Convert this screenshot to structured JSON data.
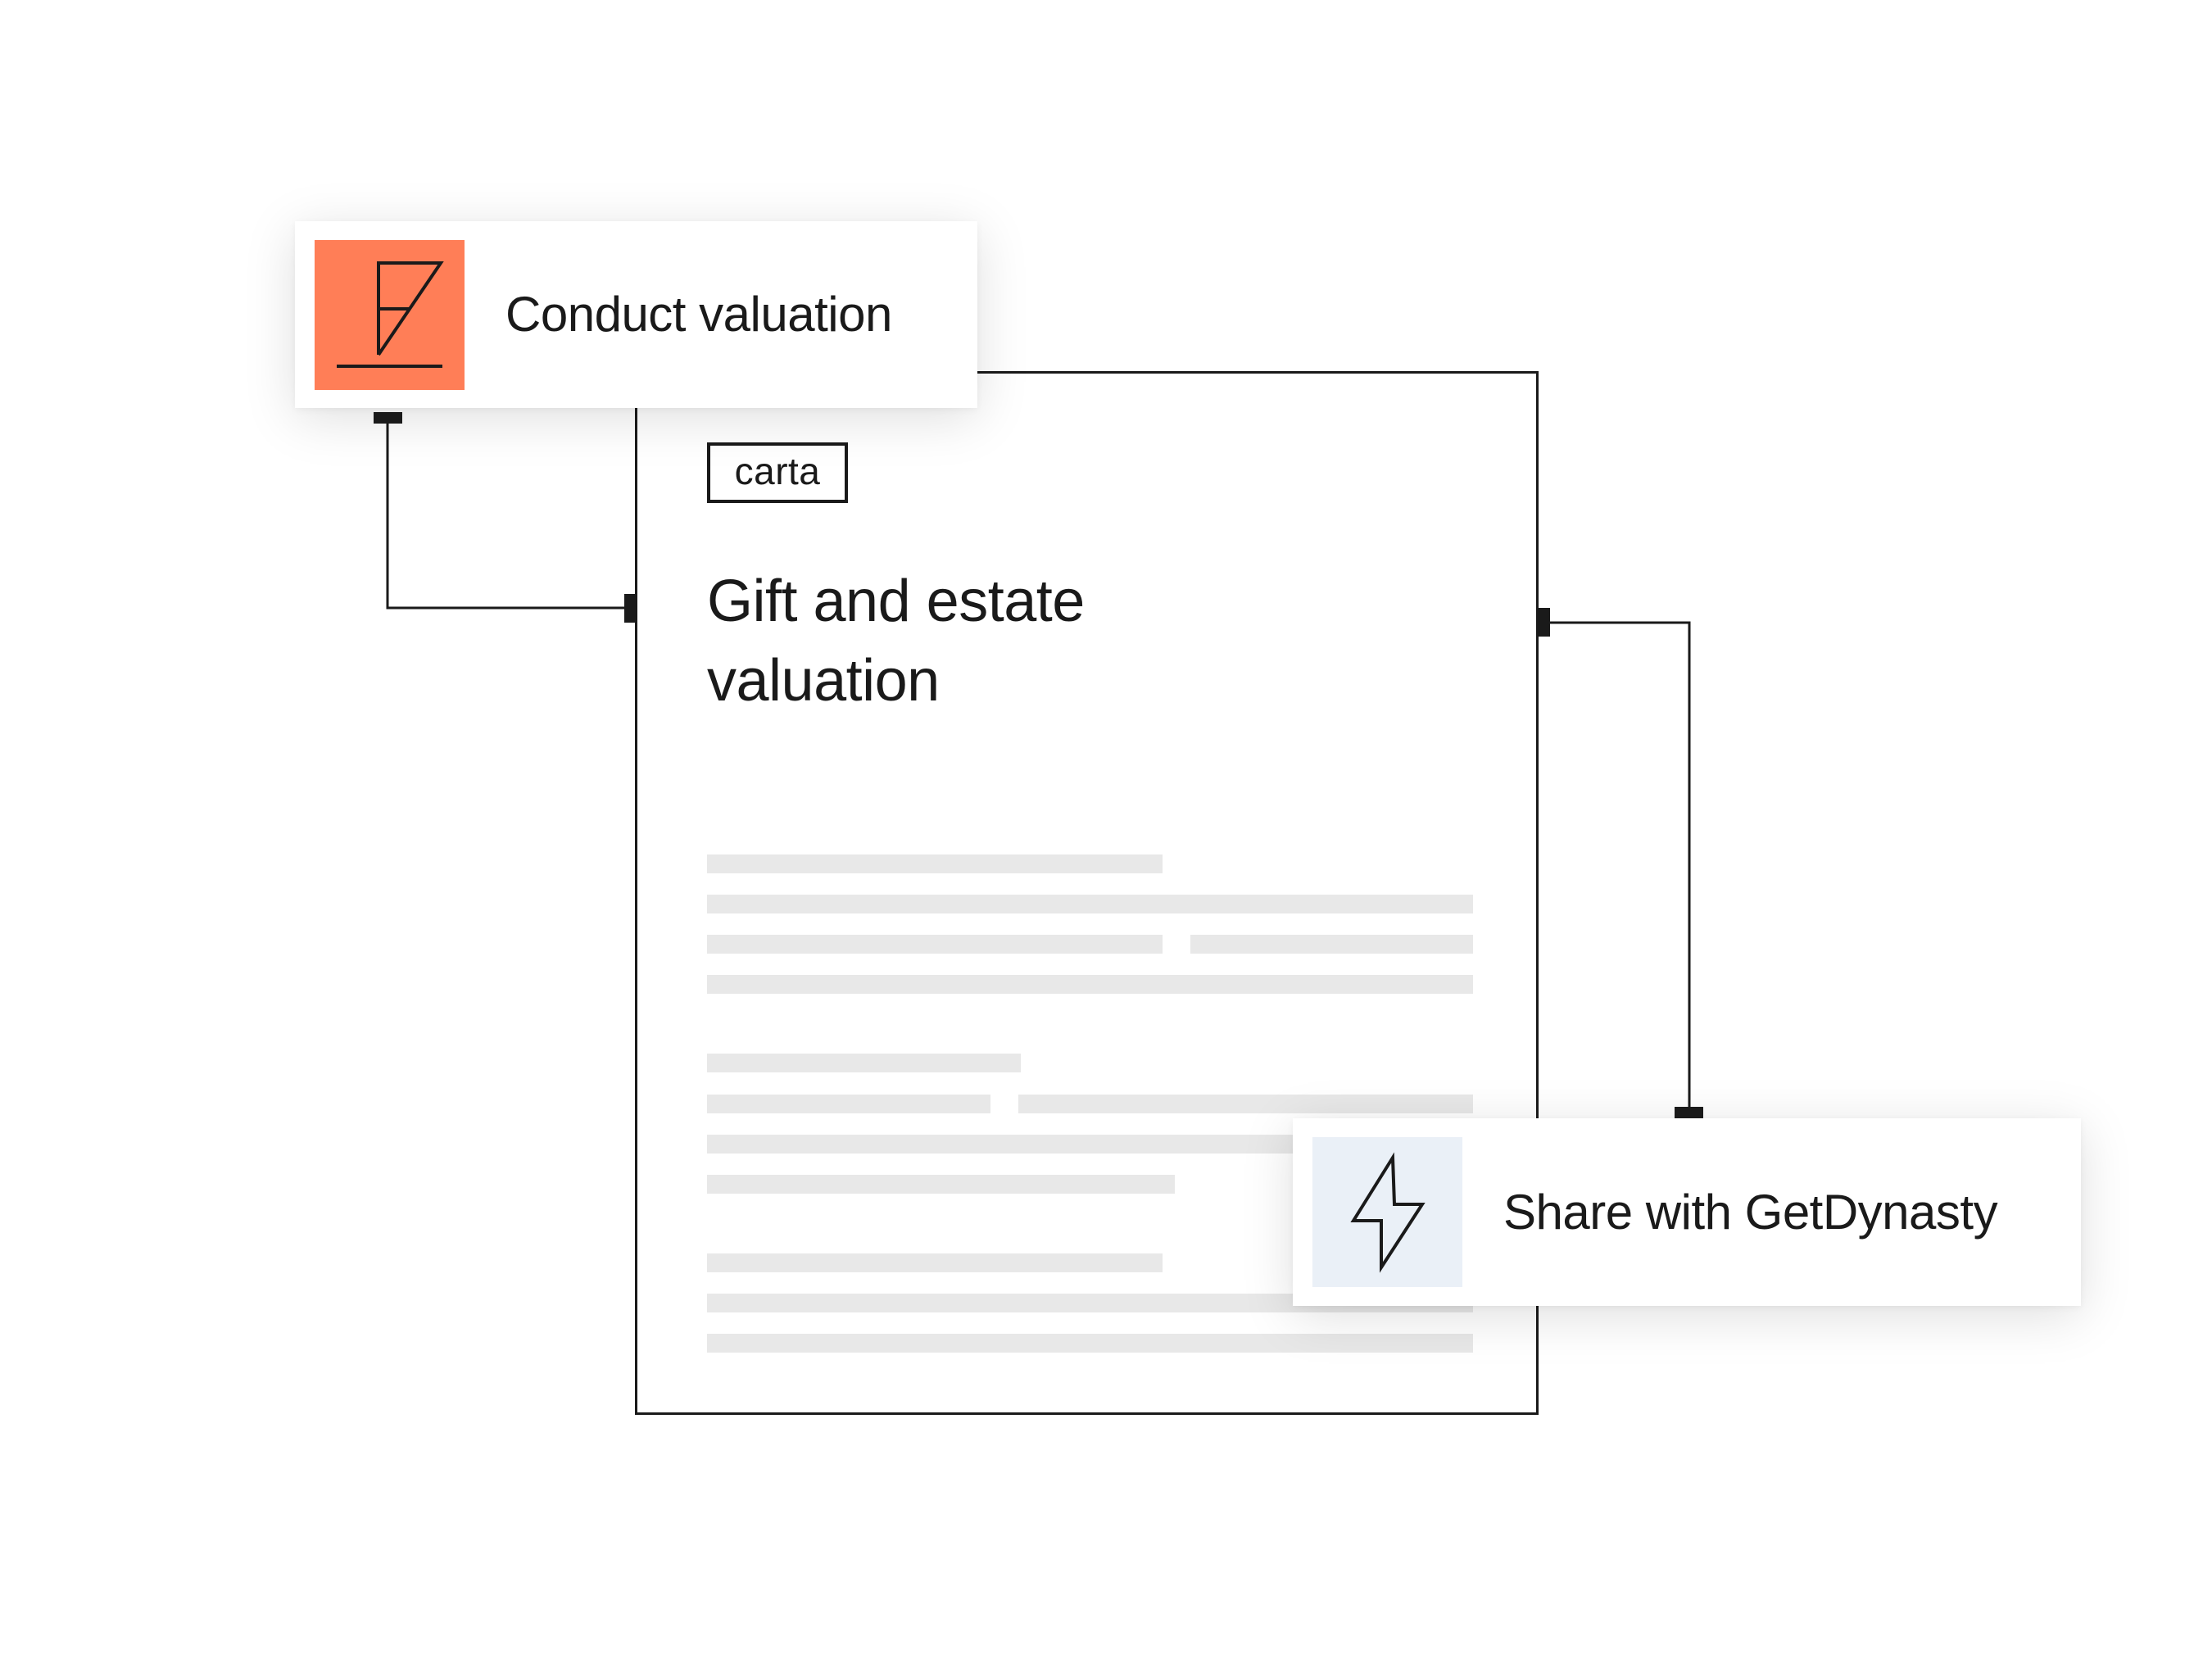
{
  "document": {
    "brand_label": "carta",
    "title_line_1": "Gift and estate",
    "title_line_2": "valuation"
  },
  "cards": {
    "valuation": {
      "label": "Conduct valuation",
      "icon": "valuation-icon",
      "icon_bg": "#FF7E57"
    },
    "share": {
      "label": "Share with GetDynasty",
      "icon": "lightning-bolt-icon",
      "icon_bg": "#EAF0F7"
    }
  },
  "colors": {
    "line": "#1A1A1A",
    "placeholder_text": "#E8E8E8",
    "background": "#FFFFFF"
  }
}
